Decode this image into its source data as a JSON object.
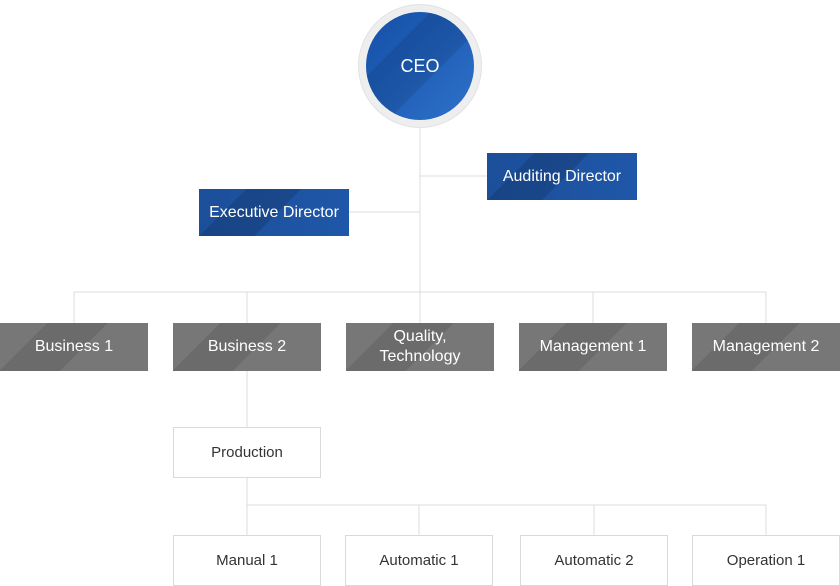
{
  "ceo": {
    "label": "CEO"
  },
  "directors": {
    "auditing": "Auditing Director",
    "executive": "Executive Director"
  },
  "divisions": [
    {
      "label": "Business 1"
    },
    {
      "label": "Business 2"
    },
    {
      "label": "Quality, Technology"
    },
    {
      "label": "Management 1"
    },
    {
      "label": "Management 2"
    }
  ],
  "production": {
    "label": "Production"
  },
  "lines": [
    {
      "label": "Manual 1"
    },
    {
      "label": "Automatic 1"
    },
    {
      "label": "Automatic 2"
    },
    {
      "label": "Operation 1"
    }
  ],
  "colors": {
    "executive_blue": "#1f57a8",
    "division_gray": "#777777",
    "connector": "#dcdcdc"
  }
}
